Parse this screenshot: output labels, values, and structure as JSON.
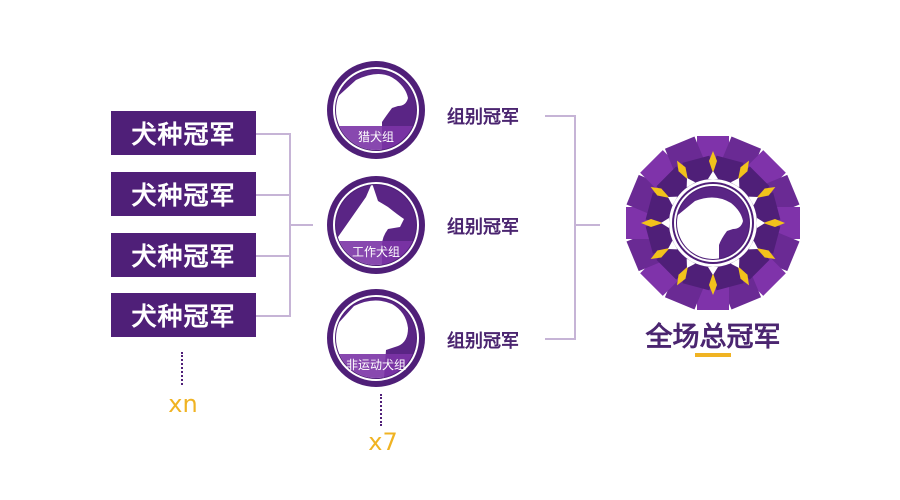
{
  "breed_champions": [
    "犬种冠军",
    "犬种冠军",
    "犬种冠军",
    "犬种冠军"
  ],
  "breed_count": "xn",
  "groups": [
    {
      "name": "猎犬组",
      "label": "组别冠军",
      "icon": "hound-head-icon"
    },
    {
      "name": "工作犬组",
      "label": "组别冠军",
      "icon": "working-dog-head-icon"
    },
    {
      "name": "非运动犬组",
      "label": "组别冠军",
      "icon": "non-sporting-dog-head-icon"
    }
  ],
  "group_count": "x7",
  "best_in_show": {
    "label": "全场总冠军",
    "icon": "rosette-icon"
  },
  "colors": {
    "purple": "#4f1f78",
    "accent": "#f0b323",
    "line": "#c6b4d6",
    "rosette_light": "#7b2fa0"
  }
}
